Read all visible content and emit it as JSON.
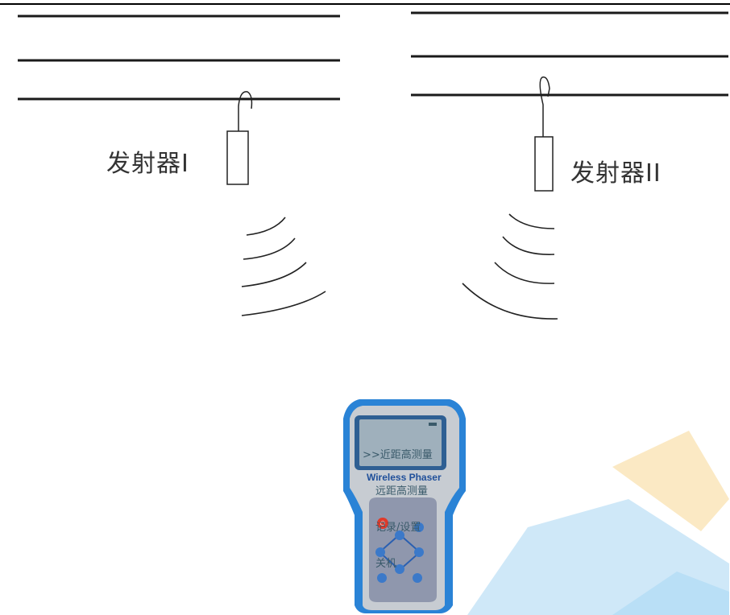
{
  "labels": {
    "transmitter_1": "发射器I",
    "transmitter_2": "发射器II"
  },
  "device": {
    "brand": "Wireless Phaser",
    "menu": [
      "近距高测量",
      "远距高测量",
      "记录/设置",
      "关机"
    ],
    "cursor": ">>"
  },
  "colors": {
    "line": "#1a1a1a",
    "device_body": "#c7ccd2",
    "device_side": "#2a83d6",
    "screen": "#9fb0bc",
    "keypad": "#8f97ad",
    "power_button": "#e03a2a",
    "nav_button": "#3b79c9",
    "watermark_blue": "#cfe8f8",
    "watermark_yellow": "#fbe9c4"
  }
}
